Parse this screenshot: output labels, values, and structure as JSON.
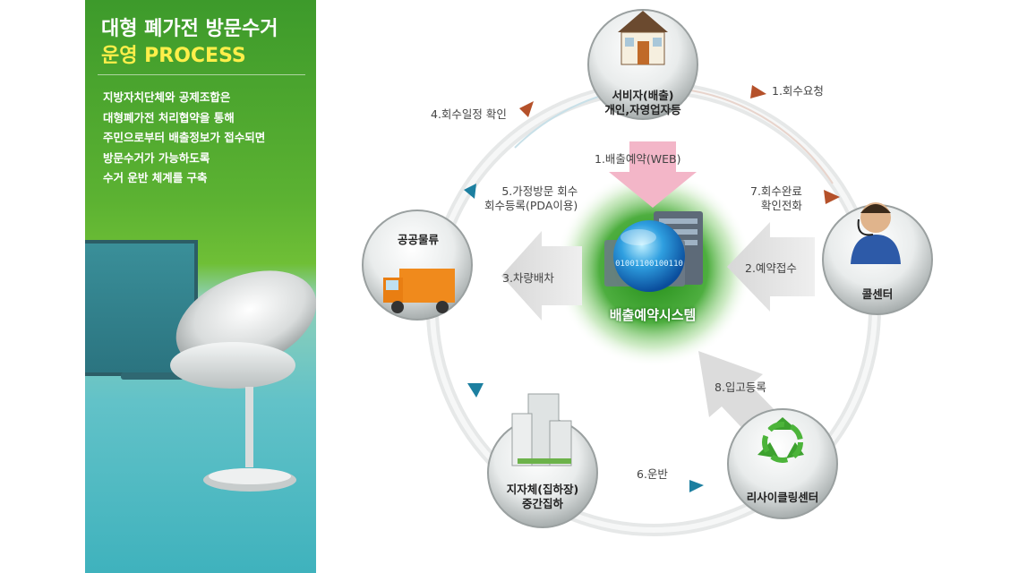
{
  "left_panel": {
    "title_line1": "대형 폐가전 방문수거",
    "title_line2": "운영 PROCESS",
    "description": [
      "지방자치단체와 공제조합은",
      "대형폐가전 처리협약을 통해",
      "주민으로부터 배출정보가 접수되면",
      "방문수거가 가능하도록",
      "수거 운반 체계를 구축"
    ]
  },
  "center": {
    "label": "배출예약시스템",
    "binary_text": "01001100100110"
  },
  "nodes": {
    "top": {
      "line1": "서비자(배출)",
      "line2": "개인,자영업자등",
      "icon": "house-icon"
    },
    "right": {
      "label": "콜센터",
      "icon": "operator-headset-icon"
    },
    "bottom_right": {
      "label": "리사이클링센터",
      "icon": "recycle-icon"
    },
    "bottom_left": {
      "line1": "지자체(집하장)",
      "line2": "중간집하",
      "icon": "buildings-icon"
    },
    "left": {
      "label": "공공물류",
      "icon": "truck-icon"
    }
  },
  "steps": {
    "s1_request": "1.회수요청",
    "s1_web": "1.배출예약(WEB)",
    "s2": "2.예약접수",
    "s3": "3.차량배차",
    "s4": "4.회수일정 확인",
    "s5_line1": "5.가정방문 회수",
    "s5_line2": "회수등록(PDA이용)",
    "s6": "6.운반",
    "s7_line1": "7.회수완료",
    "s7_line2": "확인전화",
    "s8": "8.입고등록"
  },
  "colors": {
    "panel_green": "#5cb232",
    "title_yellow": "#ffef4a",
    "arrow_orange": "#b5512a",
    "arrow_teal": "#1c7fa0",
    "web_arrow_pink": "#f2b3c7",
    "center_glow": "#2f9a1f"
  }
}
